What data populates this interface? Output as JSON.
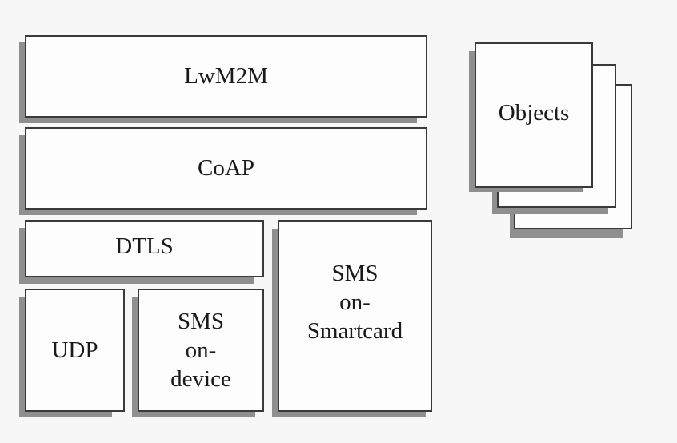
{
  "diagram": {
    "title": "LwM2M protocol stack",
    "layers": {
      "lwm2m": "LwM2M",
      "coap": "CoAP",
      "dtls": "DTLS",
      "udp": "UDP",
      "sms_device": [
        "SMS",
        "on-",
        "device"
      ],
      "sms_smartcard": [
        "SMS",
        "on-",
        "Smartcard"
      ]
    },
    "objects": "Objects"
  }
}
